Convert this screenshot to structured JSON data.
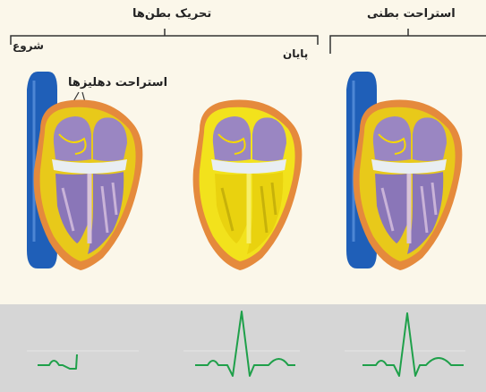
{
  "labels": {
    "ventricular_excitation": "تحریک بطن‌ها",
    "ventricular_rest": "استراحت بطنی",
    "start": "شروع",
    "end": "پایان",
    "atrial_rest": "استراحت دهلیزها"
  },
  "colors": {
    "background": "#fbf7ea",
    "ecg_panel": "#d6d6d6",
    "ecg_trace": "#1fa04a",
    "excitation": "#f2e21c",
    "aorta": "#1f5fb8",
    "myocardium": "#d8c3d8",
    "ventricle_chamber": "#8a76b8",
    "atrium_chamber": "#9a86c2",
    "valve": "#e9eef2",
    "conduction_path": "#f5d800"
  },
  "panels": [
    {
      "name": "heart-panel-left",
      "excited": false,
      "state": "start"
    },
    {
      "name": "heart-panel-middle",
      "excited": true,
      "state": "end"
    },
    {
      "name": "heart-panel-right",
      "excited": false,
      "state": "ventricular-rest"
    }
  ]
}
